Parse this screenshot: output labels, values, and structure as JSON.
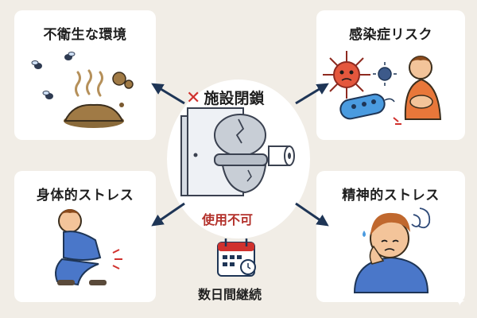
{
  "center": {
    "closed_label": "施設閉鎖",
    "closed_mark": "✕",
    "unusable_label": "使用不可",
    "duration_label": "数日間継続"
  },
  "cards": {
    "top_left": {
      "title": "不衛生な環境"
    },
    "top_right": {
      "title": "感染症リスク"
    },
    "bottom_left": {
      "title": "身体的ストレス"
    },
    "bottom_right": {
      "title": "精神的ストレス"
    }
  },
  "colors": {
    "background": "#f1ede6",
    "card": "#ffffff",
    "arrow": "#1e3556",
    "alert_red": "#d0312d",
    "virus_red": "#e4573d",
    "shirt_blue": "#4a77c9",
    "shirt_orange": "#e8773a"
  },
  "icons": [
    "flies-icon",
    "stink-icon",
    "virus-icon",
    "bacteria-icon",
    "sick-person-icon",
    "broken-toilet-icon",
    "toilet-paper-icon",
    "calendar-icon",
    "crouching-person-icon",
    "worried-person-icon",
    "sparkle-icon"
  ]
}
